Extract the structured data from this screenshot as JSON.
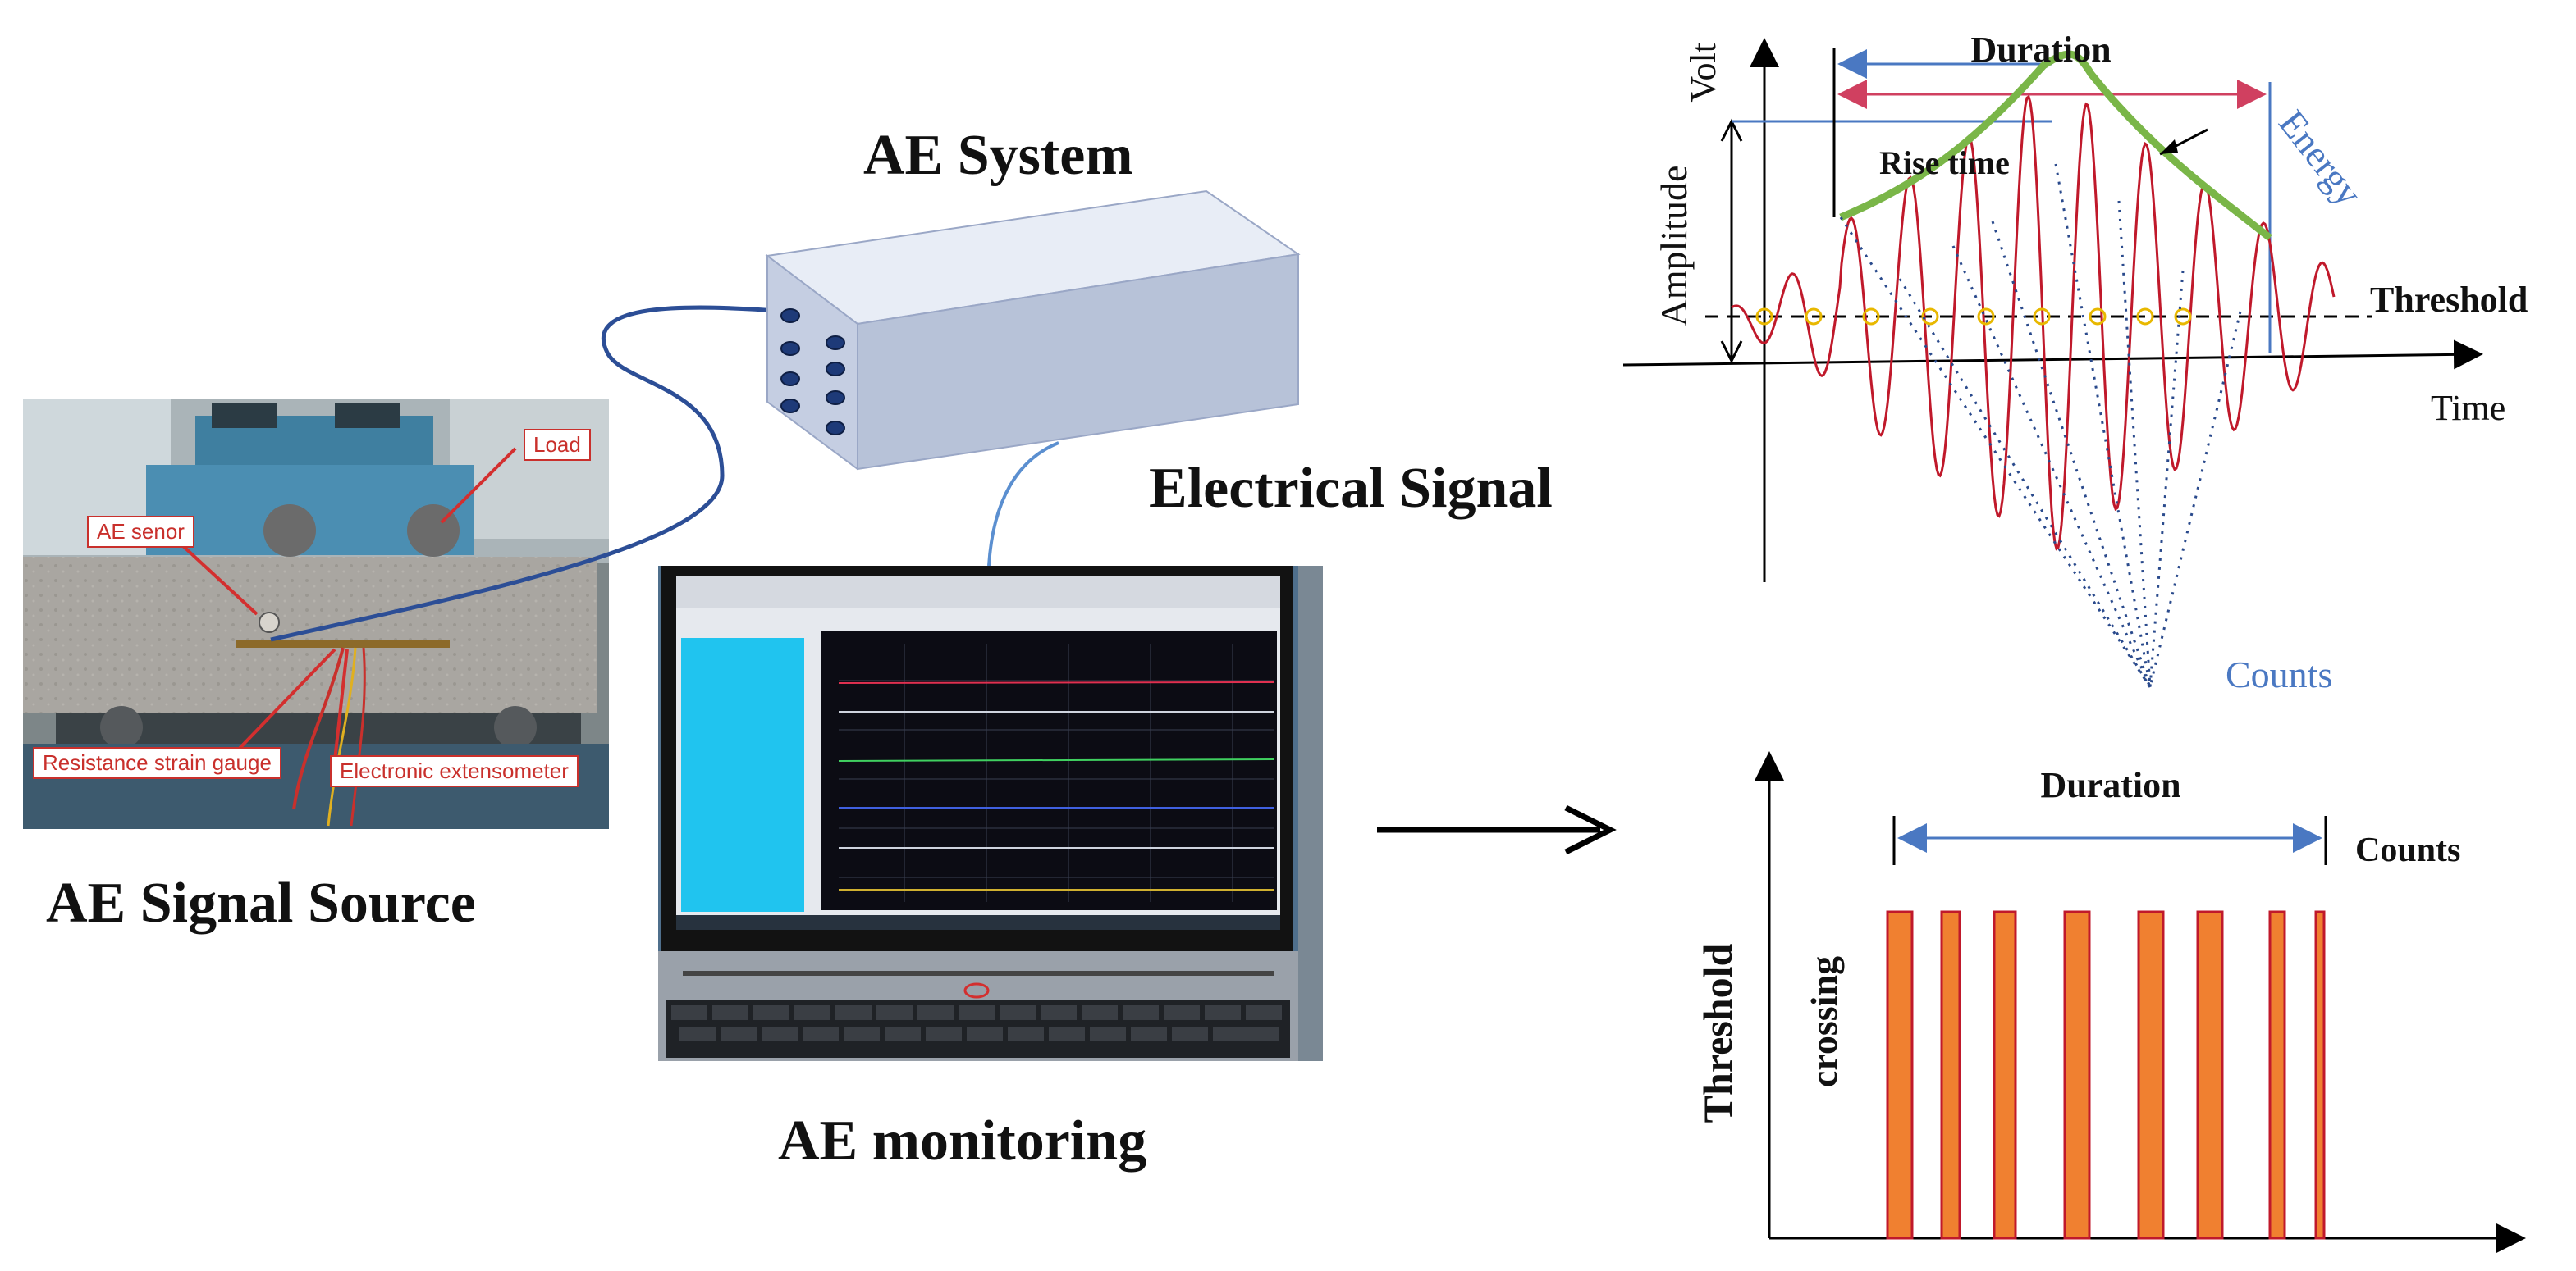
{
  "left": {
    "source_title": "AE  Signal Source",
    "system_title": "AE System",
    "signal_label": "Electrical Signal",
    "monitor_title": "AE monitoring",
    "callouts": {
      "load": "Load",
      "sensor": "AE senor",
      "gauge": "Resistance strain gauge",
      "extensometer": "Electronic extensometer"
    }
  },
  "waveform": {
    "volt": "Volt",
    "amplitude": "Amplitude",
    "duration": "Duration",
    "rise_time": "Rise time",
    "energy": "Energy",
    "threshold": "Threshold",
    "time": "Time",
    "counts": "Counts",
    "colors": {
      "signal": "#c0192b",
      "envelope": "#7ab648",
      "annotation": "#4a78c2",
      "marker": "#e8b800"
    }
  },
  "crossing": {
    "duration": "Duration",
    "counts": "Counts",
    "ylabel_1": "Threshold",
    "ylabel_2": "crossing",
    "pulse_count": 8,
    "colors": {
      "bar_fill": "#f08030",
      "bar_border": "#c0192b"
    }
  }
}
